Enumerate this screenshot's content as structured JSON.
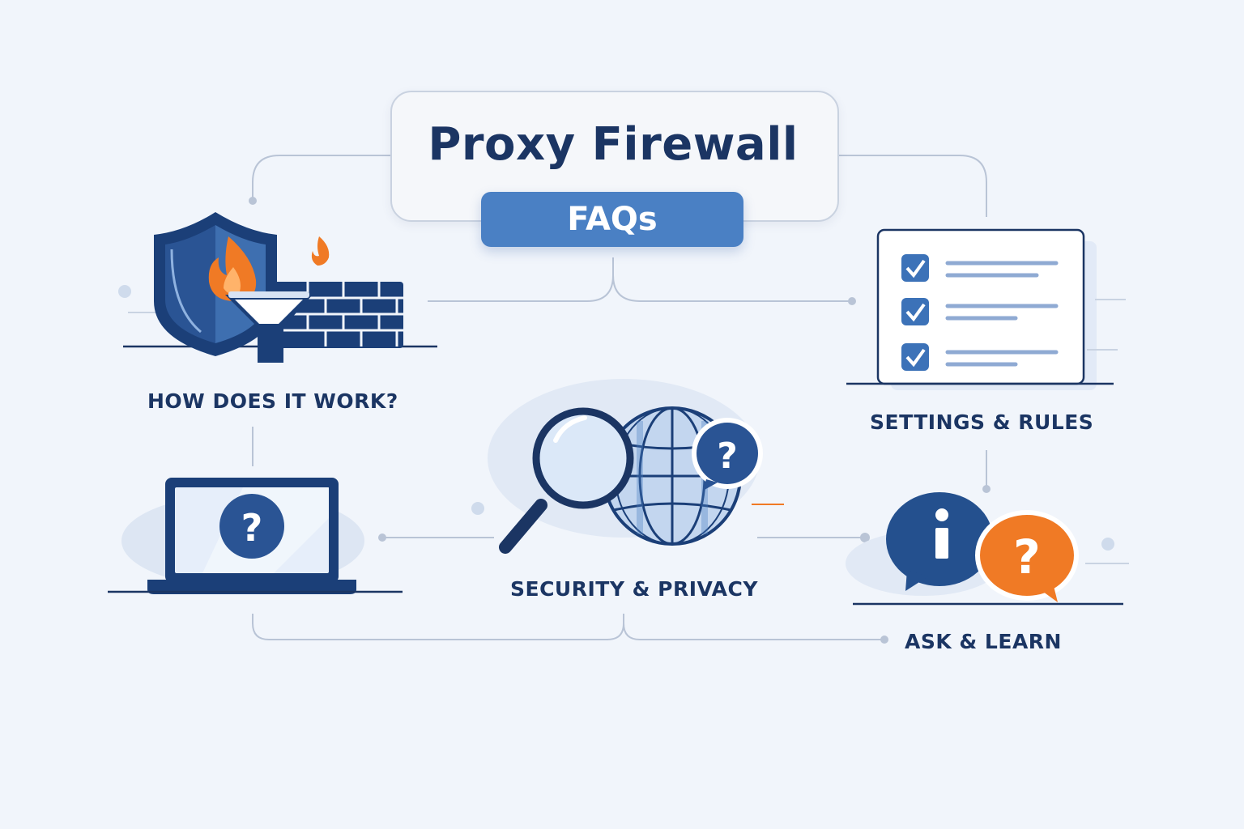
{
  "header": {
    "title": "Proxy Firewall",
    "badge": "FAQs"
  },
  "topics": [
    {
      "label": "HOW DOES IT WORK?",
      "icon": "shield-firewall-icon"
    },
    {
      "label": "SETTINGS & RULES",
      "icon": "checklist-icon"
    },
    {
      "label": "SECURITY & PRIVACY",
      "icon": "magnifier-globe-icon"
    },
    {
      "label": "ASK & LEARN",
      "icon": "info-question-bubbles-icon"
    }
  ],
  "laptop": {
    "icon": "laptop-question-icon",
    "glyph": "?"
  },
  "colors": {
    "navy": "#1b3563",
    "blue": "#4a80c4",
    "orange": "#f07a25",
    "background": "#f1f5fb"
  }
}
